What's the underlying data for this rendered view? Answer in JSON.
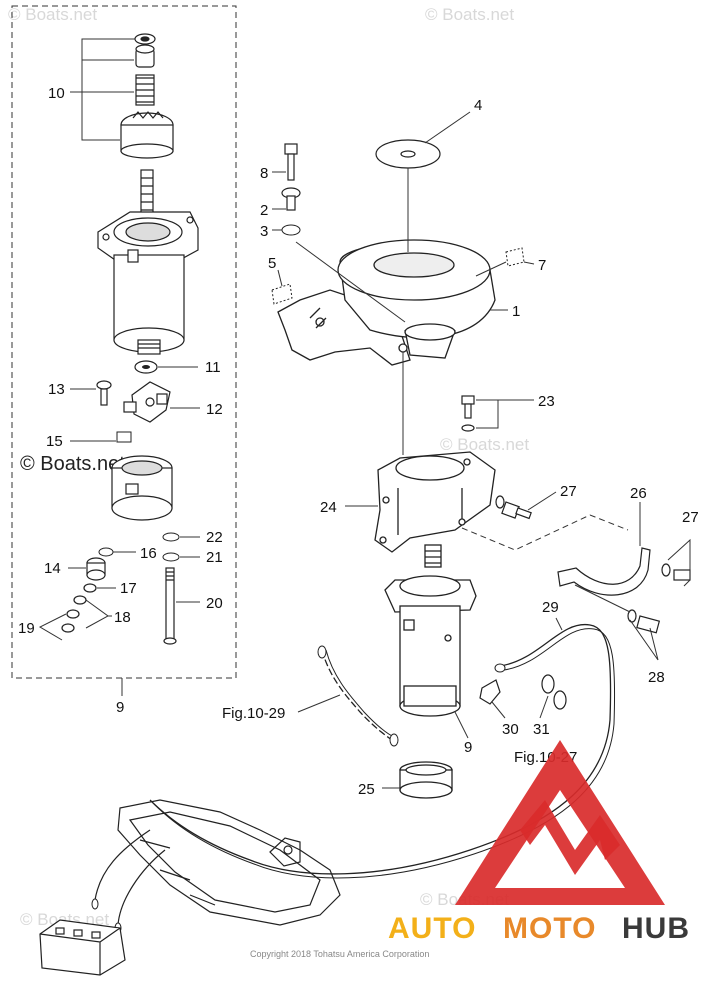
{
  "watermarks": {
    "top_left": "© Boats.net",
    "top_right": "© Boats.net",
    "mid_left": "© Boats.net",
    "mid_right": "© Boats.net",
    "bottom_left": "© Boats.net",
    "bottom_mid": "© Boats.net"
  },
  "callouts": {
    "c1": "1",
    "c2": "2",
    "c3": "3",
    "c4": "4",
    "c5": "5",
    "c7": "7",
    "c8": "8",
    "c9_kit": "9",
    "c9_motor": "9",
    "c10": "10",
    "c11": "11",
    "c12": "12",
    "c13": "13",
    "c14": "14",
    "c15": "15",
    "c16": "16",
    "c17": "17",
    "c18": "18",
    "c19": "19",
    "c20": "20",
    "c21": "21",
    "c22": "22",
    "c23": "23",
    "c24": "24",
    "c25": "25",
    "c26": "26",
    "c27_a": "27",
    "c27_b": "27",
    "c28": "28",
    "c29": "29",
    "c30": "30",
    "c31": "31"
  },
  "figure_refs": {
    "left": "Fig.10-29",
    "right": "Fig.10-27"
  },
  "copyright": "Copyright 2018 Tohatsu America Corporation",
  "logo": {
    "part1": "AUTO",
    "part2": "MOTO",
    "part3": "HUB",
    "colors": {
      "triangle": "#d92b2b",
      "auto": "#f3b019",
      "moto": "#e8892a",
      "hub": "#3a3a3a"
    }
  }
}
